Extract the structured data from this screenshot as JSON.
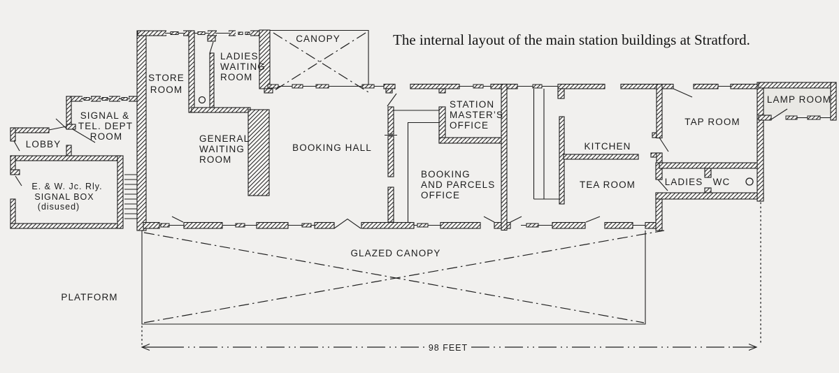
{
  "title": "The internal layout of the main station buildings at Stratford.",
  "rooms": {
    "store_room": {
      "lines": [
        "STORE",
        "ROOM"
      ]
    },
    "ladies_waiting": {
      "lines": [
        "LADIES",
        "WAITING",
        "ROOM"
      ]
    },
    "canopy": {
      "label": "CANOPY"
    },
    "signal_tel": {
      "lines": [
        "SIGNAL &",
        "TEL. DEPT",
        "ROOM"
      ]
    },
    "lobby": {
      "label": "LOBBY"
    },
    "signal_box": {
      "lines": [
        "E. & W. Jc. Rly.",
        "SIGNAL BOX",
        "(disused)"
      ]
    },
    "general_waiting": {
      "lines": [
        "GENERAL",
        "WAITING",
        "ROOM"
      ]
    },
    "booking_hall": {
      "label": "BOOKING HALL"
    },
    "station_master": {
      "lines": [
        "STATION",
        "MASTER’S",
        "OFFICE"
      ]
    },
    "booking_parcels": {
      "lines": [
        "BOOKING",
        "AND PARCELS",
        "OFFICE"
      ]
    },
    "kitchen": {
      "label": "KITCHEN"
    },
    "tea_room": {
      "label": "TEA ROOM"
    },
    "tap_room": {
      "label": "TAP ROOM"
    },
    "lamp_room": {
      "label": "LAMP ROOM"
    },
    "ladies": {
      "label": "LADIES"
    },
    "wc": {
      "label": "WC"
    },
    "glazed_canopy": {
      "label": "GLAZED CANOPY"
    },
    "platform": {
      "label": "PLATFORM"
    }
  },
  "dimension": {
    "label": "98 FEET"
  },
  "colors": {
    "ink": "#1f1f1f",
    "paper": "#f1f0ee"
  }
}
